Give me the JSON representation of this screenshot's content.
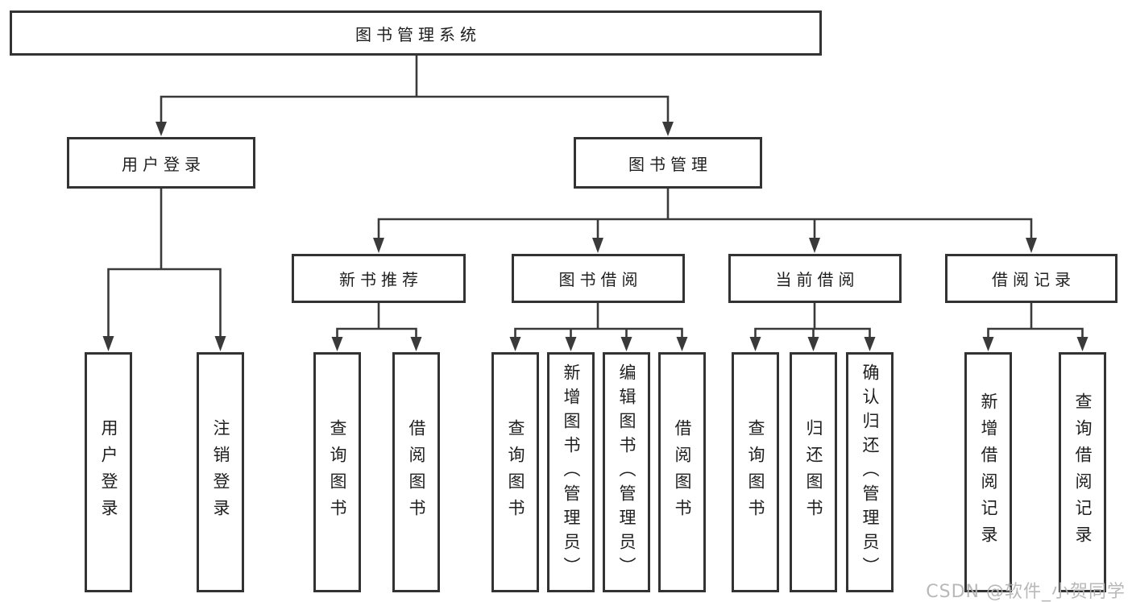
{
  "diagram": {
    "root": {
      "label": "图书管理系统"
    },
    "level2": [
      {
        "id": "user-login",
        "label": "用户登录"
      },
      {
        "id": "book-management",
        "label": "图书管理"
      }
    ],
    "level3": [
      {
        "id": "new-book-recommend",
        "label": "新书推荐"
      },
      {
        "id": "book-borrowing",
        "label": "图书借阅"
      },
      {
        "id": "current-borrowing",
        "label": "当前借阅"
      },
      {
        "id": "borrowing-records",
        "label": "借阅记录"
      }
    ],
    "leaves": [
      {
        "id": "user-login-leaf",
        "label": "用户登录"
      },
      {
        "id": "logout-leaf",
        "label": "注销登录"
      },
      {
        "id": "recommend-query-books",
        "label": "查询图书"
      },
      {
        "id": "recommend-borrow-books",
        "label": "借阅图书"
      },
      {
        "id": "borrowing-query-books",
        "label": "查询图书"
      },
      {
        "id": "borrowing-add-books-admin",
        "label": "新增图书（管理员）"
      },
      {
        "id": "borrowing-edit-books-admin",
        "label": "编辑图书（管理员）"
      },
      {
        "id": "borrowing-borrow-books",
        "label": "借阅图书"
      },
      {
        "id": "current-query-books",
        "label": "查询图书"
      },
      {
        "id": "current-return-books",
        "label": "归还图书"
      },
      {
        "id": "current-confirm-return-admin",
        "label": "确认归还（管理员）"
      },
      {
        "id": "records-add-record",
        "label": "新增借阅记录"
      },
      {
        "id": "records-query-record",
        "label": "查询借阅记录"
      }
    ]
  },
  "watermark": "CSDN @软件_小贺同学",
  "colors": {
    "line": "#3a3a3a",
    "border": "#333333",
    "text": "#1f1f1f",
    "watermark": "#b3b3b3",
    "bg": "#ffffff"
  }
}
